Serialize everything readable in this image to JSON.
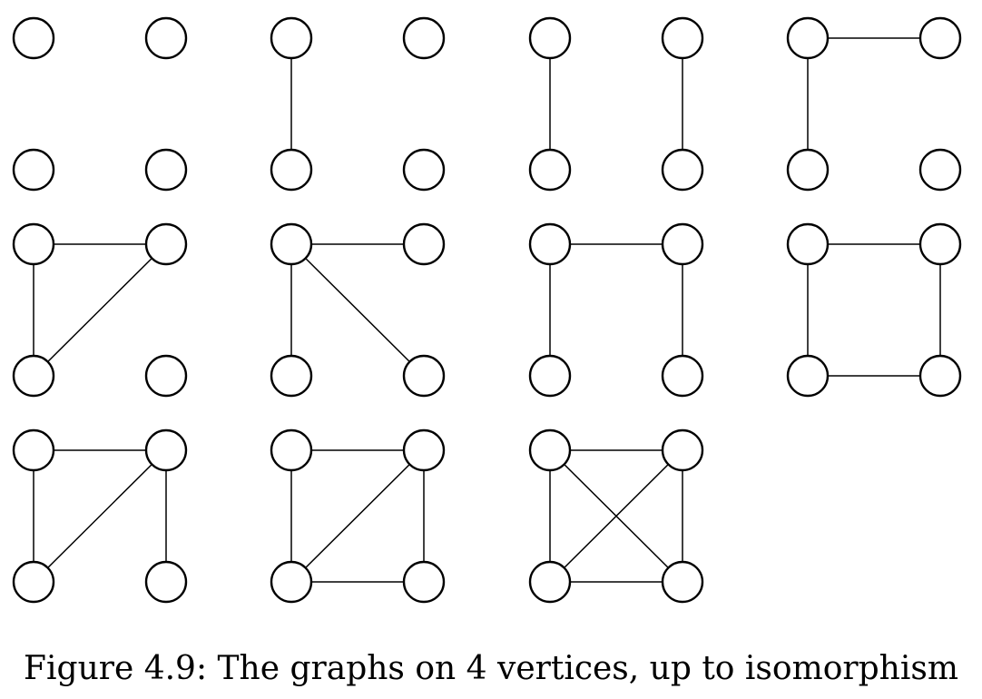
{
  "figure": {
    "caption": "Figure 4.9: The graphs on 4 vertices, up to isomorphism",
    "vertex_names": [
      "top-left",
      "top-right",
      "bottom-left",
      "bottom-right"
    ],
    "graphs": [
      {
        "id": "graph-0-edges",
        "edges": []
      },
      {
        "id": "graph-1-edge",
        "edges": [
          [
            "top-left",
            "bottom-left"
          ]
        ]
      },
      {
        "id": "graph-2-disjoint-edges",
        "edges": [
          [
            "top-left",
            "bottom-left"
          ],
          [
            "top-right",
            "bottom-right"
          ]
        ]
      },
      {
        "id": "graph-path-3",
        "edges": [
          [
            "top-left",
            "top-right"
          ],
          [
            "top-left",
            "bottom-left"
          ]
        ]
      },
      {
        "id": "graph-triangle",
        "edges": [
          [
            "top-left",
            "top-right"
          ],
          [
            "top-left",
            "bottom-left"
          ],
          [
            "top-right",
            "bottom-left"
          ]
        ]
      },
      {
        "id": "graph-star",
        "edges": [
          [
            "top-left",
            "top-right"
          ],
          [
            "top-left",
            "bottom-left"
          ],
          [
            "top-left",
            "bottom-right"
          ]
        ]
      },
      {
        "id": "graph-path-4",
        "edges": [
          [
            "top-left",
            "top-right"
          ],
          [
            "top-left",
            "bottom-left"
          ],
          [
            "top-right",
            "bottom-right"
          ]
        ]
      },
      {
        "id": "graph-cycle-4",
        "edges": [
          [
            "top-left",
            "top-right"
          ],
          [
            "top-left",
            "bottom-left"
          ],
          [
            "top-right",
            "bottom-right"
          ],
          [
            "bottom-left",
            "bottom-right"
          ]
        ]
      },
      {
        "id": "graph-paw",
        "edges": [
          [
            "top-left",
            "top-right"
          ],
          [
            "top-left",
            "bottom-left"
          ],
          [
            "top-right",
            "bottom-left"
          ],
          [
            "top-right",
            "bottom-right"
          ]
        ]
      },
      {
        "id": "graph-diamond",
        "edges": [
          [
            "top-left",
            "top-right"
          ],
          [
            "top-left",
            "bottom-left"
          ],
          [
            "top-right",
            "bottom-left"
          ],
          [
            "top-right",
            "bottom-right"
          ],
          [
            "bottom-left",
            "bottom-right"
          ]
        ]
      },
      {
        "id": "graph-complete-4",
        "edges": [
          [
            "top-left",
            "top-right"
          ],
          [
            "top-left",
            "bottom-left"
          ],
          [
            "top-left",
            "bottom-right"
          ],
          [
            "top-right",
            "bottom-left"
          ],
          [
            "top-right",
            "bottom-right"
          ],
          [
            "bottom-left",
            "bottom-right"
          ]
        ]
      }
    ]
  }
}
